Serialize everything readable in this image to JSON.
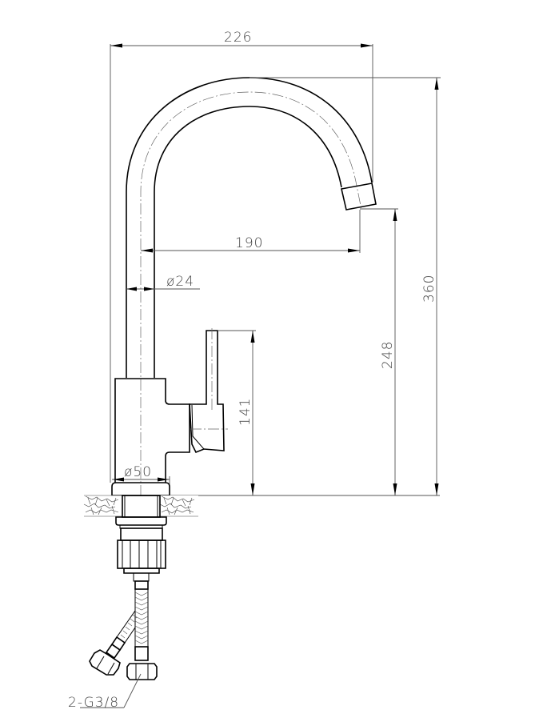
{
  "drawing": {
    "subject": "Kitchen faucet with swivel spout — dimensioned technical drawing",
    "units": "mm",
    "line_color": "#000000",
    "dimension_color": "#555555",
    "background": "#ffffff"
  },
  "dimensions": {
    "overall_width": "226",
    "spout_reach": "190",
    "spout_pipe_diameter": "ø24",
    "total_height": "360",
    "spout_outlet_height": "248",
    "handle_height": "141",
    "base_diameter": "ø50"
  },
  "callouts": {
    "hose_connection": "2-G3/8"
  }
}
